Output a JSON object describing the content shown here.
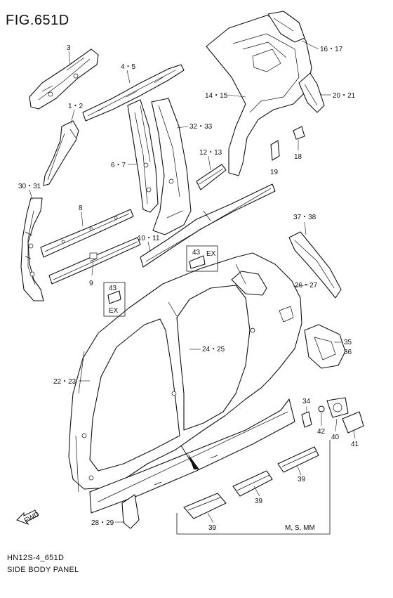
{
  "figure": {
    "title": "FIG.651D",
    "code": "HN12S-4_651D",
    "description": "SIDE BODY PANEL"
  },
  "callouts": {
    "c3": "3",
    "c45": "4・5",
    "c12": "1・2",
    "c67": "6・7",
    "c3233": "32・33",
    "c1213": "12・13",
    "c3031": "30・31",
    "c8": "8",
    "c1011": "10・11",
    "c9": "9",
    "c1617": "16・17",
    "c1415": "14・15",
    "c2021": "20・21",
    "c18": "18",
    "c19": "19",
    "c3738": "37・38",
    "c2627": "26・27",
    "c3536": "35",
    "c36": "36",
    "c2425": "24・25",
    "c2223": "22・23",
    "c34": "34",
    "c42": "42",
    "c40": "40",
    "c41": "41",
    "c39a": "39",
    "c39b": "39",
    "c39c": "39",
    "c2829": "28・29",
    "c43a": "43",
    "c43b": "43",
    "ex_a": "EX",
    "ex_b": "EX",
    "variant": "M, S, MM",
    "fwd": "FWD"
  },
  "icons": {
    "forward_arrow": "forward-arrow-icon"
  }
}
